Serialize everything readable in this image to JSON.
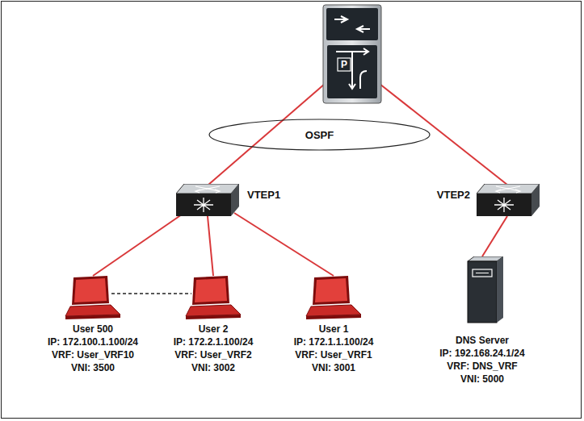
{
  "diagram": {
    "nodes": [
      {
        "text": [
          "OSPF"
        ]
      },
      {
        "text": [
          "VTEP1"
        ]
      },
      {
        "text": [
          "VTEP2"
        ]
      },
      {
        "text": [
          "User 500",
          "IP: 172.100.1.100/24",
          "VRF: User_VRF10",
          "VNI: 3500"
        ]
      },
      {
        "text": [
          "User 2",
          "IP: 172.2.1.100/24",
          "VRF: User_VRF2",
          "VNI: 3002"
        ]
      },
      {
        "text": [
          "User 1",
          "IP: 172.1.1.100/24",
          "VRF: User_VRF1",
          "VNI: 3001"
        ]
      },
      {
        "text": [
          "DNS Server",
          "IP: 192.168.24.1/24",
          "VRF: DNS_VRF",
          "VNI: 5000"
        ]
      }
    ],
    "edges": [
      {
        "from": 1,
        "to": 3,
        "arrow": "none"
      },
      {
        "from": 1,
        "to": 4,
        "arrow": "none"
      },
      {
        "from": 1,
        "to": 5,
        "arrow": "none"
      },
      {
        "from": 2,
        "to": 6,
        "arrow": "none"
      },
      {
        "from": 3,
        "to": 4,
        "arrow": "none"
      }
    ],
    "labels": [
      "P"
    ]
  }
}
